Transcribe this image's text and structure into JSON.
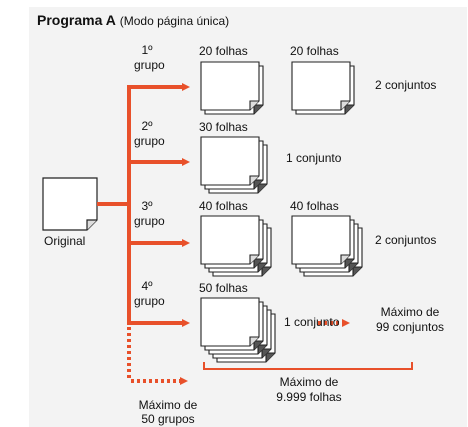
{
  "title": {
    "bold": "Programa A",
    "subtitle": "(Modo página única)"
  },
  "original_label": "Original",
  "groups": [
    {
      "number": "1º",
      "word": "grupo",
      "stack1_label": "20 folhas",
      "stack2_label": "20 folhas",
      "result": "2 conjuntos"
    },
    {
      "number": "2º",
      "word": "grupo",
      "stack1_label": "30 folhas",
      "result": "1 conjunto"
    },
    {
      "number": "3º",
      "word": "grupo",
      "stack1_label": "40 folhas",
      "stack2_label": "40 folhas",
      "result": "2 conjuntos"
    },
    {
      "number": "4º",
      "word": "grupo",
      "stack1_label": "50 folhas",
      "result": "1 conjunto"
    }
  ],
  "max_sets": {
    "line1": "Máximo de",
    "line2": "99 conjuntos"
  },
  "max_sheets": {
    "line1": "Máximo de",
    "line2": "9.999 folhas"
  },
  "max_groups": {
    "line1": "Máximo de",
    "line2": "50 grupos"
  },
  "colors": {
    "arrow": "#e8502a",
    "panel": "#f3f3f3",
    "paper": "#ffffff",
    "paper_shadow": "#555555"
  }
}
